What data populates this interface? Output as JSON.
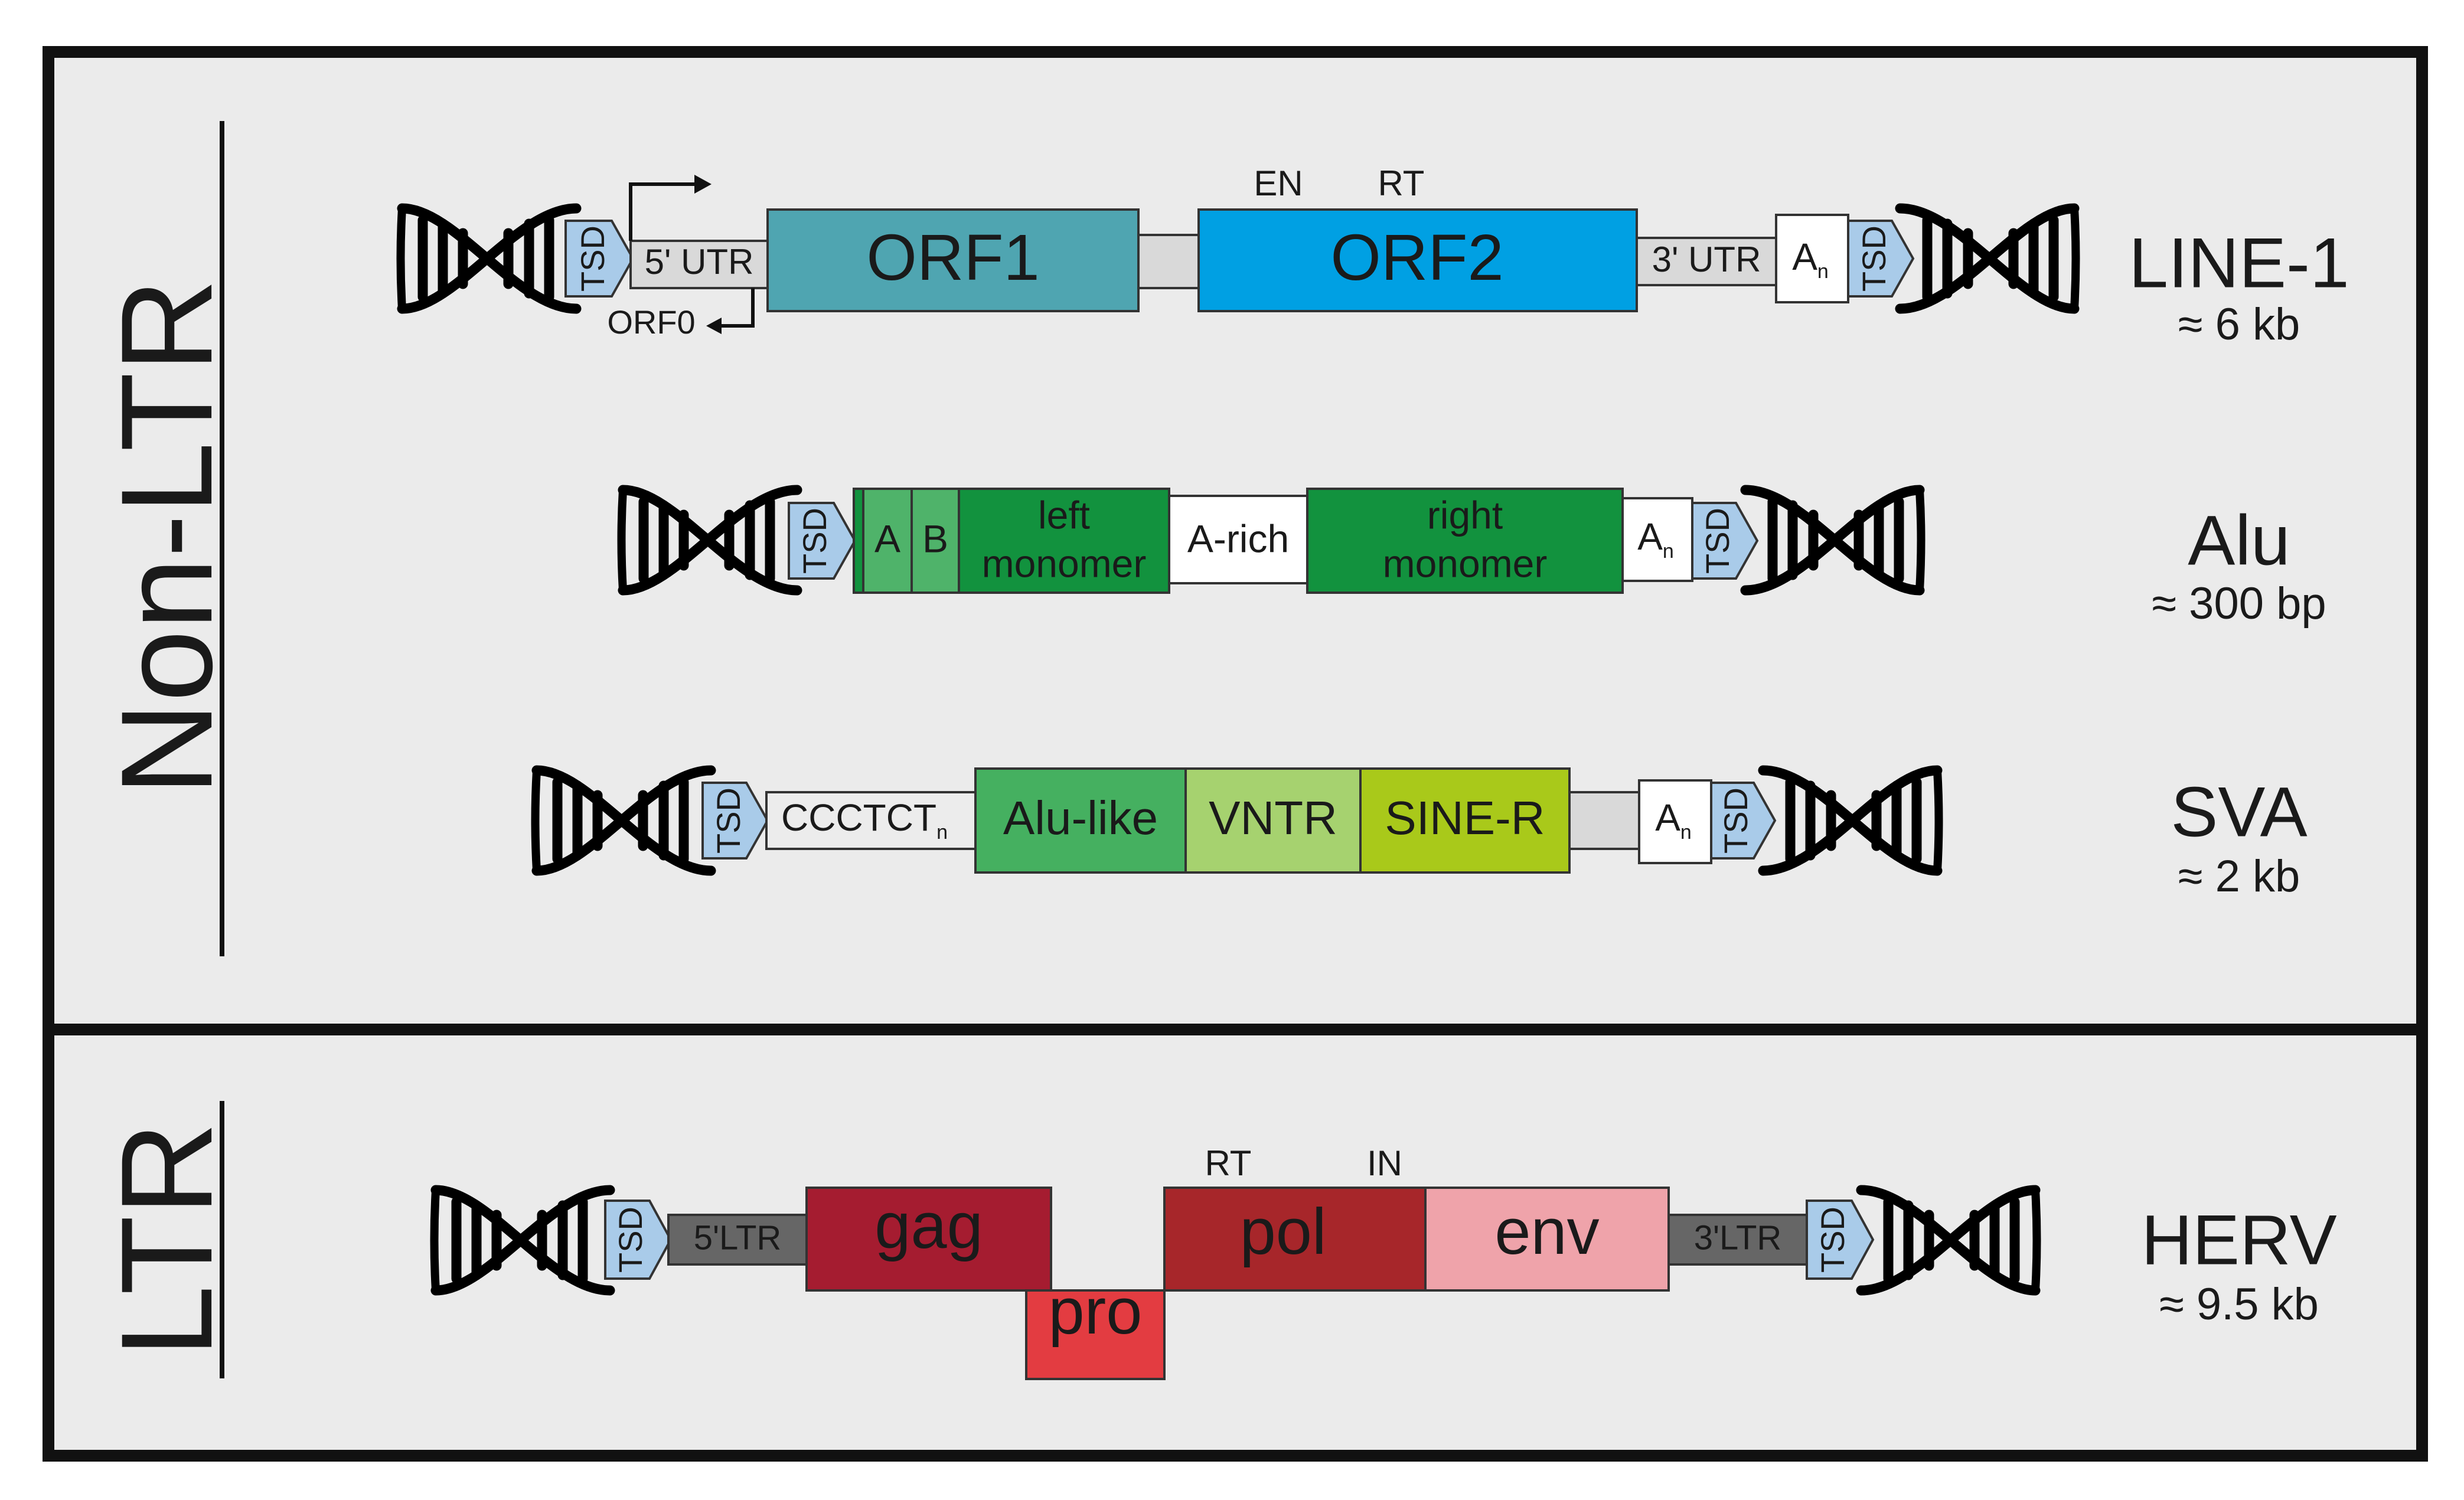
{
  "sections": {
    "non_ltr": {
      "label": "Non-LTR"
    },
    "ltr": {
      "label": "LTR"
    }
  },
  "common": {
    "tsd": "TSD"
  },
  "line1": {
    "name": "LINE-1",
    "size": "≈ 6 kb",
    "utr5": "5' UTR",
    "orf1": "ORF1",
    "orf2": "ORF2",
    "utr3": "3' UTR",
    "polya_base": "A",
    "polya_sub": "n",
    "orf0": "ORF0",
    "en": "EN",
    "rt": "RT"
  },
  "alu": {
    "name": "Alu",
    "size": "≈ 300 bp",
    "a_box": "A",
    "b_box": "B",
    "left_1": "left",
    "left_2": "monomer",
    "arich": "A-rich",
    "right_1": "right",
    "right_2": "monomer",
    "polya_base": "A",
    "polya_sub": "n"
  },
  "sva": {
    "name": "SVA",
    "size": "≈ 2 kb",
    "hexamer_base": "CCCTCT",
    "hexamer_sub": "n",
    "alu_like": "Alu-like",
    "vntr": "VNTR",
    "sine_r": "SINE-R",
    "polya_base": "A",
    "polya_sub": "n"
  },
  "herv": {
    "name": "HERV",
    "size": "≈ 9.5 kb",
    "ltr5": "5'LTR",
    "gag": "gag",
    "pro": "pro",
    "pol": "pol",
    "env": "env",
    "ltr3": "3'LTR",
    "rt": "RT",
    "in": "IN"
  },
  "colors": {
    "panel": "#ebebeb",
    "border": "#111111",
    "tsd": "#a9cbe9",
    "utr": "#d9d9d9",
    "orf1": "#4fa5b1",
    "orf2": "#00a0e3",
    "alu_dark": "#12923e",
    "alu_light": "#4fb36a",
    "alu_like": "#45b060",
    "vntr": "#a6d26f",
    "sine_r": "#a9c91a",
    "gag": "#a51c30",
    "pro": "#e33c41",
    "pol": "#a7262a",
    "env": "#efa3aa",
    "ltr_box": "#666666"
  }
}
